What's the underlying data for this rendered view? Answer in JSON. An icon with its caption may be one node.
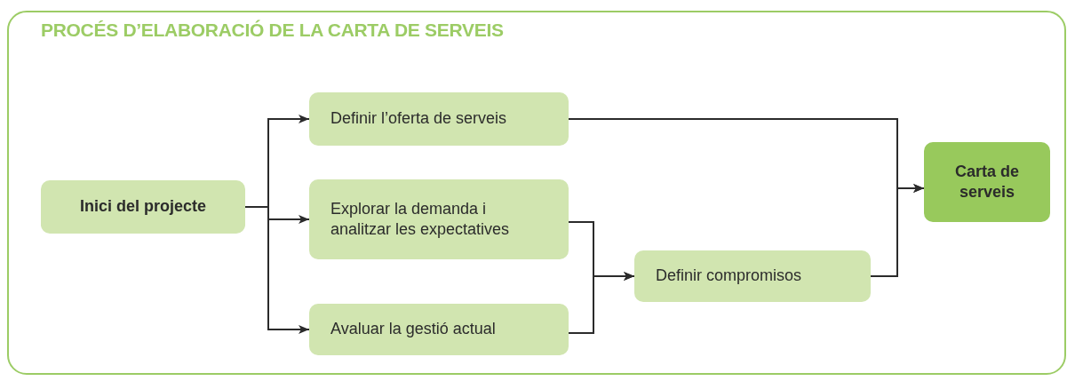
{
  "diagram": {
    "title": "PROCÉS D’ELABORACIÓ DE LA CARTA DE SERVEIS",
    "nodes": [
      {
        "text": [
          "Inici del projecte"
        ]
      },
      {
        "text": [
          "Definir l’oferta de serveis"
        ]
      },
      {
        "text": [
          "Explorar la demanda i analitzar les expectatives"
        ]
      },
      {
        "text": [
          "Avaluar la gestió actual"
        ]
      },
      {
        "text": [
          "Definir compromisos"
        ]
      },
      {
        "text": [
          "Carta de serveis"
        ]
      }
    ],
    "edges": [
      {
        "from": 0,
        "to": 1,
        "arrow": "to"
      },
      {
        "from": 0,
        "to": 2,
        "arrow": "to"
      },
      {
        "from": 0,
        "to": 3,
        "arrow": "to"
      },
      {
        "from": 1,
        "to": 5,
        "arrow": "to"
      },
      {
        "from": 4,
        "to": 5,
        "arrow": "to"
      },
      {
        "from": 2,
        "to": 4,
        "arrow": "to"
      },
      {
        "from": 3,
        "to": 4,
        "arrow": "to"
      }
    ]
  }
}
